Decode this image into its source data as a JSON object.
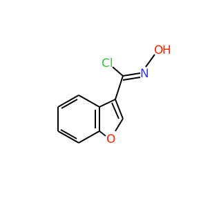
{
  "molecule": {
    "atoms": {
      "chlorine": {
        "label": "Cl",
        "color": "#33cc33"
      },
      "nitrogen": {
        "label": "N",
        "color": "#3333ff"
      },
      "oxygen_hydroxyl": {
        "label": "O",
        "color": "#ff2200"
      },
      "hydrogen_hydroxyl": {
        "label": "H",
        "color": "#ff2200"
      },
      "oxygen_ring": {
        "label": "O",
        "color": "#ff2200"
      }
    },
    "bond_color": "#000000"
  }
}
